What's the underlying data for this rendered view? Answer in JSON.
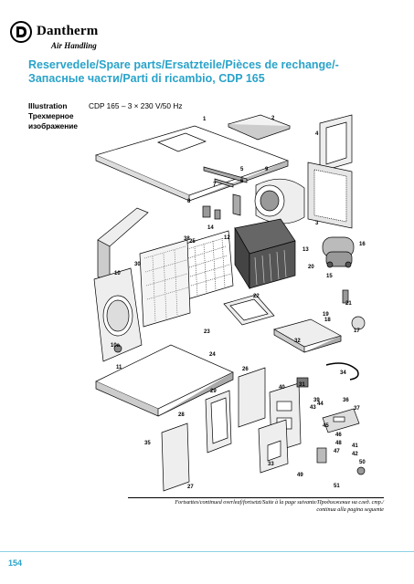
{
  "brand": {
    "name": "Dantherm",
    "subtitle": "Air Handling",
    "mark_icon": "dantherm-logo-icon"
  },
  "title": {
    "line1": "Reservedele/Spare parts/Ersatzteile/Pièces de rechange/-",
    "line2": "Запасные части/Parti di ricambio, CDP 165"
  },
  "illustration": {
    "label_line1": "Illustration",
    "label_line2": "Трехмерное",
    "label_line3": "изображение",
    "caption": "CDP 165 – 3 × 230 V/50 Hz"
  },
  "part_numbers": [
    "1",
    "2",
    "3",
    "4",
    "5",
    "6",
    "7",
    "8",
    "9",
    "10",
    "10a",
    "11",
    "12",
    "13",
    "14",
    "15",
    "16",
    "17",
    "18",
    "19",
    "20",
    "21",
    "22",
    "23",
    "24",
    "25",
    "26",
    "27",
    "28",
    "29",
    "30",
    "31",
    "32",
    "33",
    "34",
    "35",
    "36",
    "37",
    "38",
    "39",
    "40",
    "41",
    "42",
    "43",
    "44",
    "45",
    "46",
    "47",
    "48",
    "49",
    "50",
    "51"
  ],
  "footnote": {
    "line1": "Fortsættes/continued overleaf/fortsetzt/Suite à la page suivante/Продолжение на след. стр./",
    "line2": "continua alla pagina seguente"
  },
  "page_number": "154",
  "colors": {
    "accent": "#2aa3c9",
    "rule": "#8dd0e6"
  }
}
